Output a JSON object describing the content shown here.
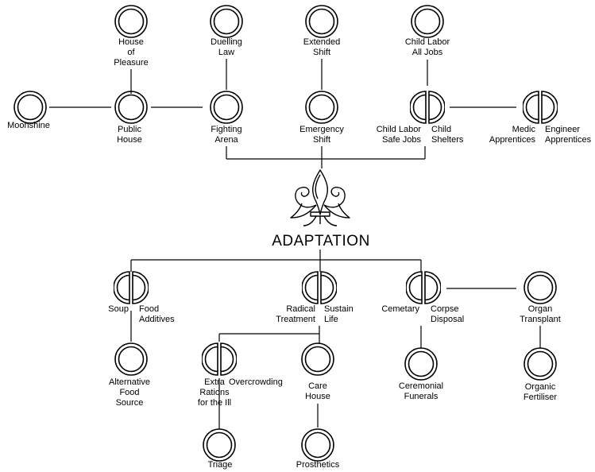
{
  "title": "ADAPTATION",
  "emblem": "fleur-de-lis-icon",
  "nodes": {
    "house_of_pleasure": "House\nof\nPleasure",
    "duelling_law": "Duelling\nLaw",
    "extended_shift": "Extended\nShift",
    "child_labor_all_jobs": "Child Labor\nAll Jobs",
    "moonshine": "Moonshine",
    "public_house": "Public\nHouse",
    "fighting_arena": "Fighting\nArena",
    "emergency_shift": "Emergency\nShift",
    "child_labor_safe_jobs": "Child Labor\nSafe Jobs",
    "child_shelters": "Child\nShelters",
    "medic_apprentices": "Medic\nApprentices",
    "engineer_apprentices": "Engineer\nApprentices",
    "soup": "Soup",
    "food_additives": "Food\nAdditives",
    "radical_treatment": "Radical\nTreatment",
    "sustain_life": "Sustain\nLife",
    "cemetary": "Cemetary",
    "corpse_disposal": "Corpse\nDisposal",
    "organ_transplant": "Organ\nTransplant",
    "alternative_food_source": "Alternative\nFood\nSource",
    "extra_rations": "Extra\nRations\nfor the Ill",
    "overcrowding": "Overcrowding",
    "care_house": "Care\nHouse",
    "ceremonial_funerals": "Ceremonial\nFunerals",
    "organic_fertiliser": "Organic\nFertiliser",
    "triage": "Triage",
    "prosthetics": "Prosthetics"
  }
}
